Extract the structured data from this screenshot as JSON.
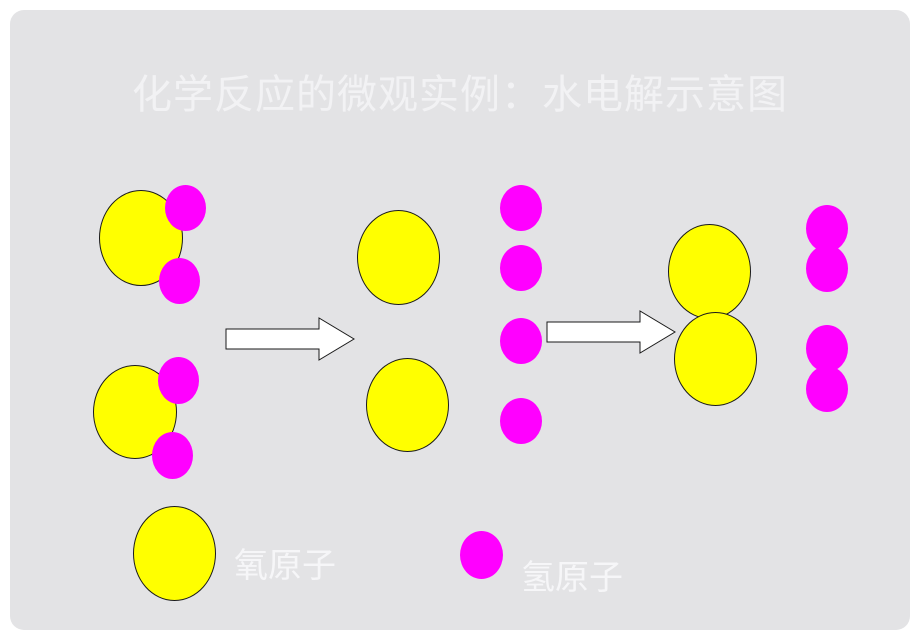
{
  "title": "化学反应的微观实例：水电解示意图",
  "legend": {
    "oxygen_label": "氧原子",
    "hydrogen_label": "氢原子"
  },
  "colors": {
    "background": "#e3e3e5",
    "oxygen_atom": "#ffff00",
    "hydrogen_atom": "#ff00ff",
    "outline": "#1a1a1a",
    "text": "#f2f2f4"
  },
  "stages": [
    "water-molecules",
    "separated-atoms",
    "oxygen-and-hydrogen-molecules"
  ]
}
